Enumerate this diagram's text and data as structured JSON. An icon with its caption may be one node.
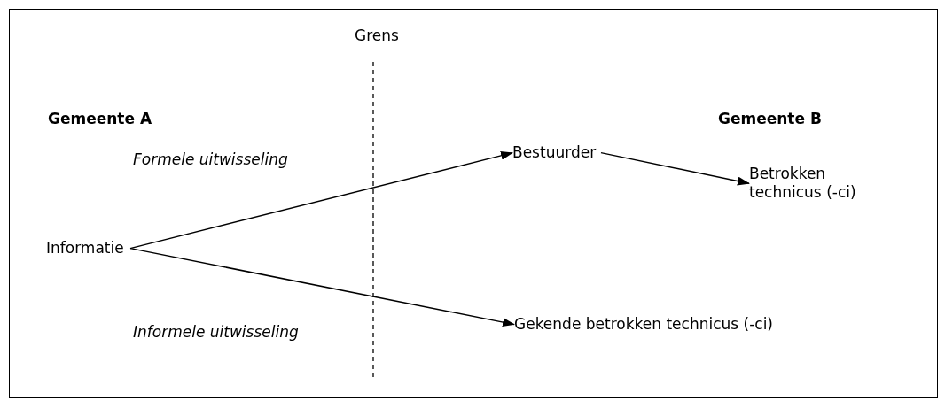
{
  "diagram": {
    "nodes": [
      {
        "text": [
          "Informatie"
        ]
      },
      {
        "text": [
          "Bestuurder"
        ]
      },
      {
        "text": [
          "Betrokken technicus (-ci)"
        ]
      },
      {
        "text": [
          "Gekende betrokken technicus (-ci)"
        ]
      }
    ],
    "edges": [
      {
        "from": 0,
        "to": 1,
        "arrow": "to"
      },
      {
        "from": 0,
        "to": 3,
        "arrow": "to"
      },
      {
        "from": 1,
        "to": 2,
        "arrow": "to"
      }
    ],
    "labels": [
      "Grens",
      "Gemeente A",
      "Gemeente B",
      "Formele uitwisseling",
      "Informele uitwisseling"
    ]
  }
}
